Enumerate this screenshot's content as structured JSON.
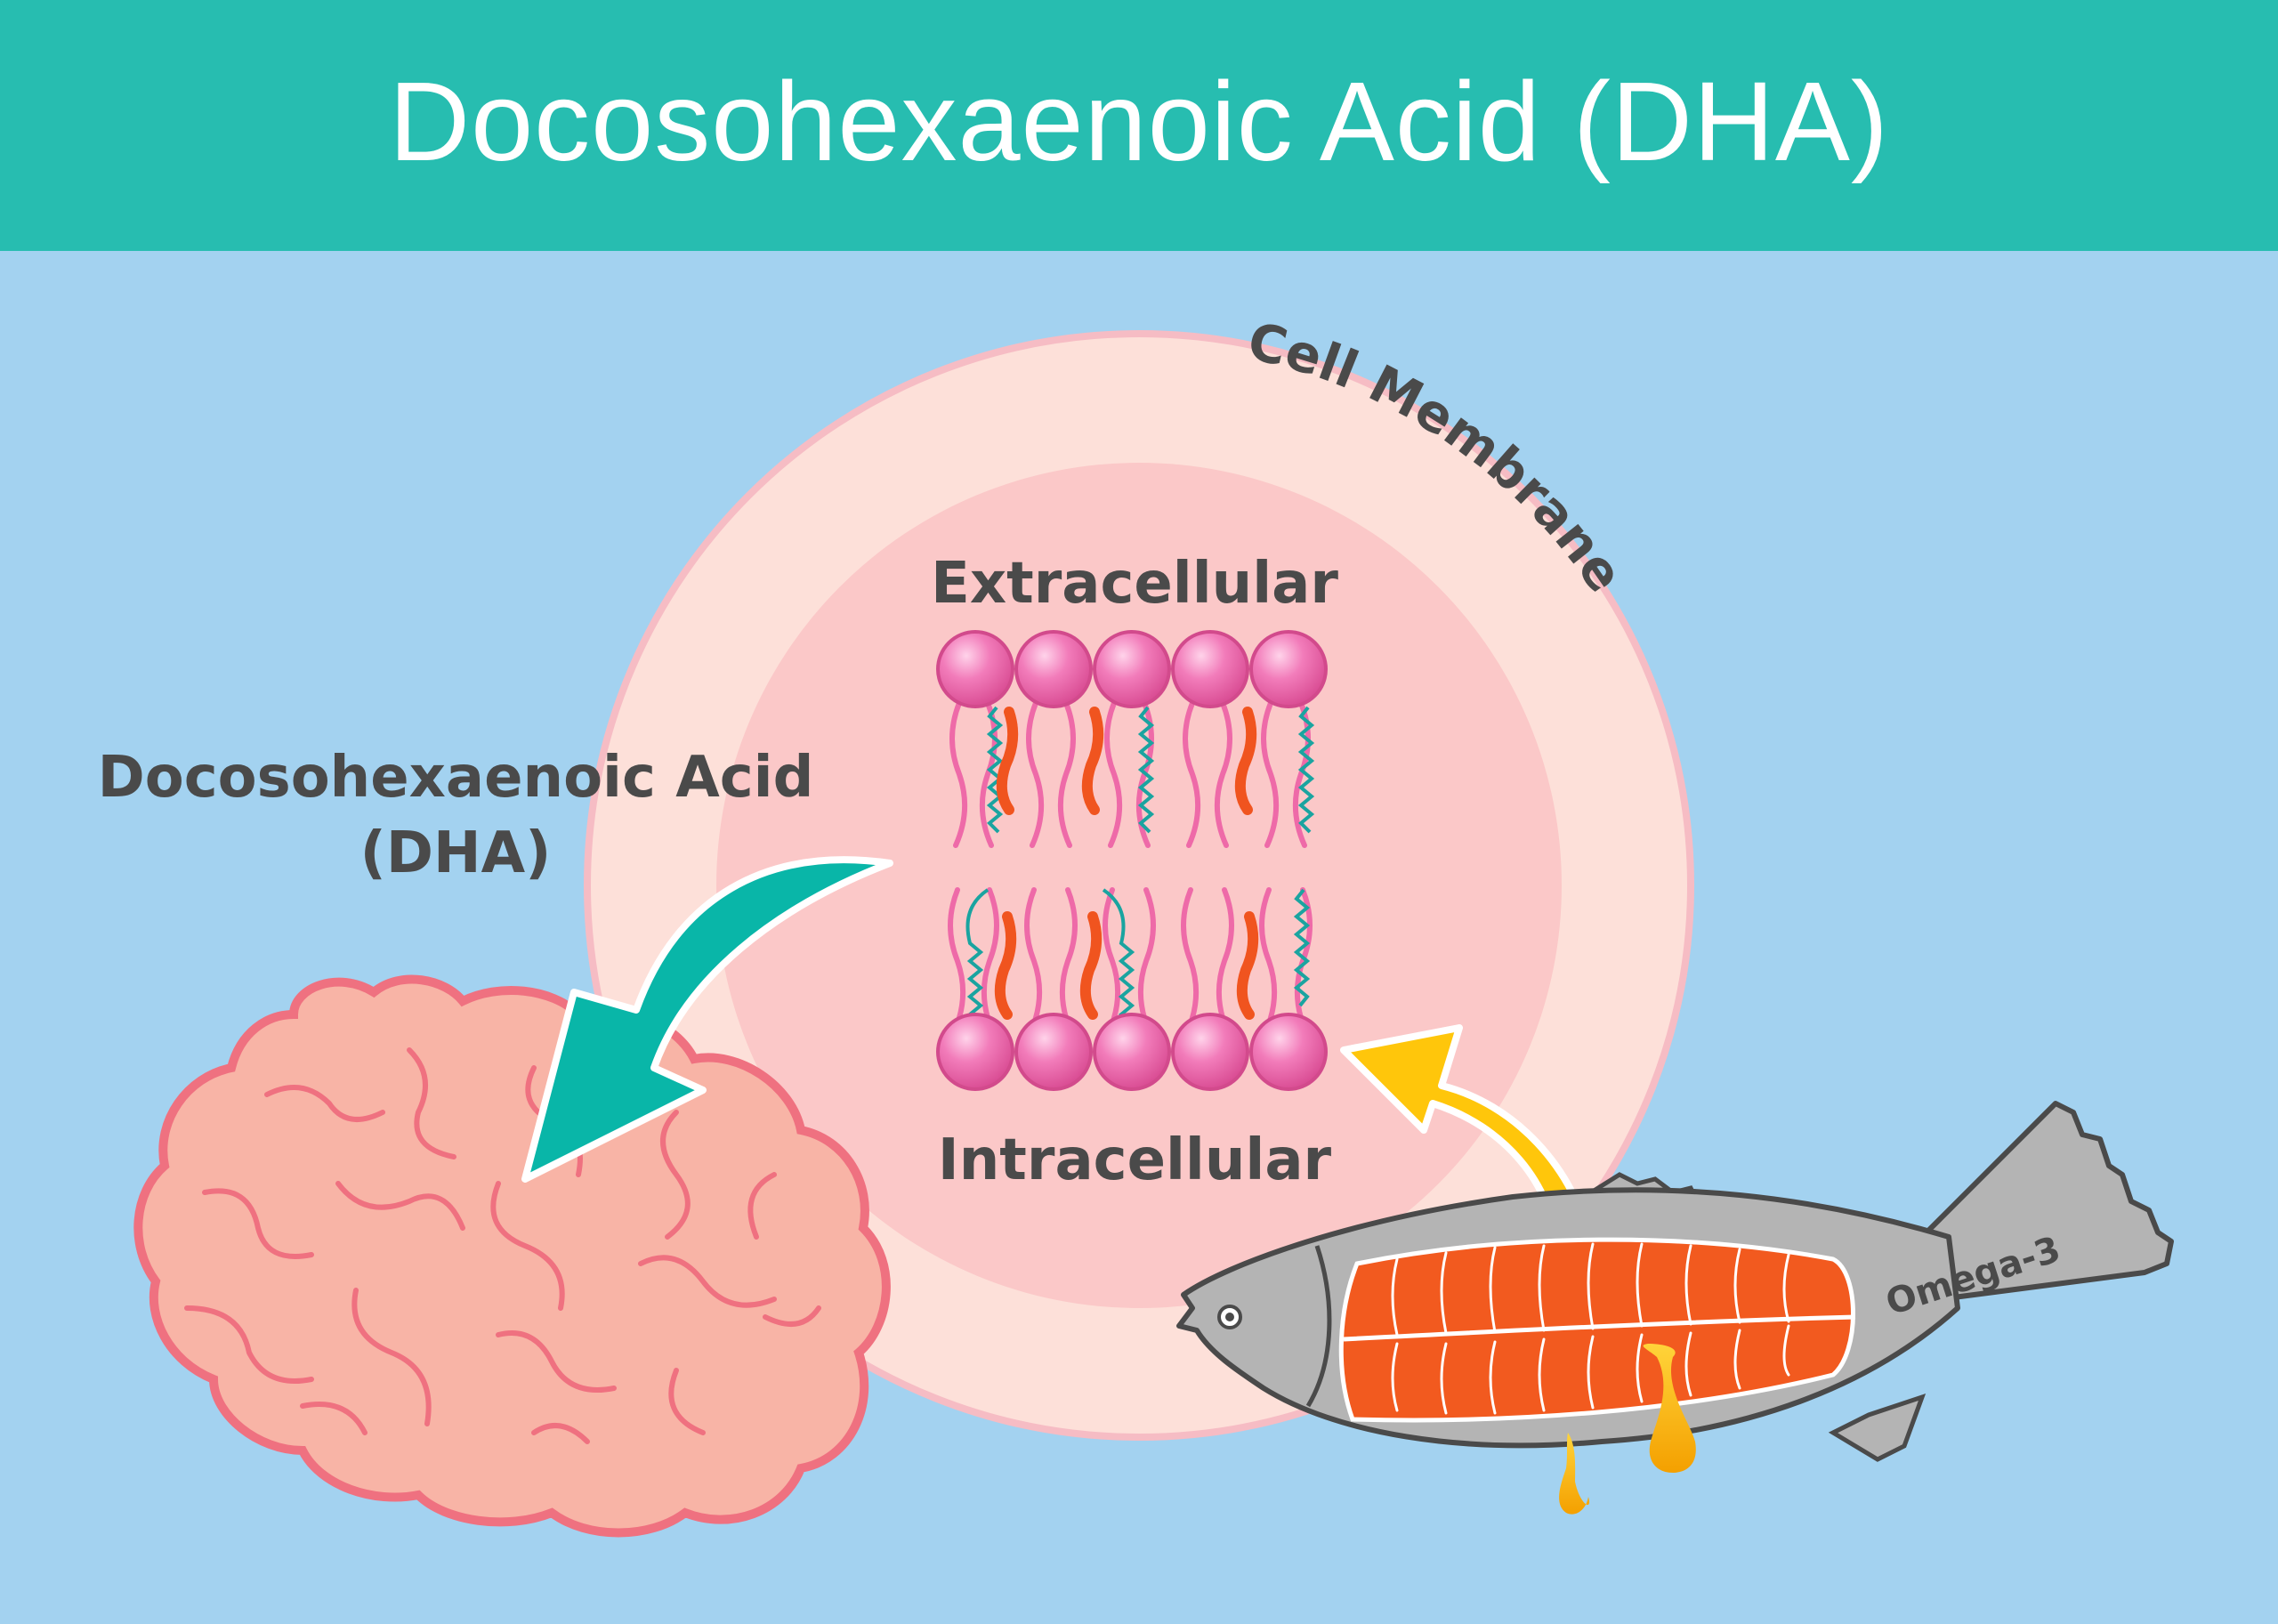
{
  "title": "Docosohexaenoic Acid (DHA)",
  "labels": {
    "cell_membrane": "Cell Membrane",
    "extracellular": "Extracellular",
    "intracellular": "Intracellular",
    "dha_line1": "Docosohexaenoic Acid",
    "dha_line2": "(DHA)",
    "omega3": "Omega-3"
  },
  "colors": {
    "header": "#27bdb0",
    "background": "#a3d2f0",
    "cell_outer": "#fde0d9",
    "cell_inner": "#fbc8c8",
    "cell_rim": "#f6bcc4",
    "lipid_head": "#f06fb0",
    "lipid_tail": "#ee6aa8",
    "dha_chain": "#1aa4a0",
    "dha_molecule": "#f0541f",
    "brain": "#f8b4a6",
    "brain_outline": "#ef7180",
    "arrow_teal": "#09b6a8",
    "arrow_yellow": "#ffc60b",
    "fish_body": "#b4b4b4",
    "fish_meat": "#f25a1f",
    "oil_drop": "#ffc107"
  }
}
